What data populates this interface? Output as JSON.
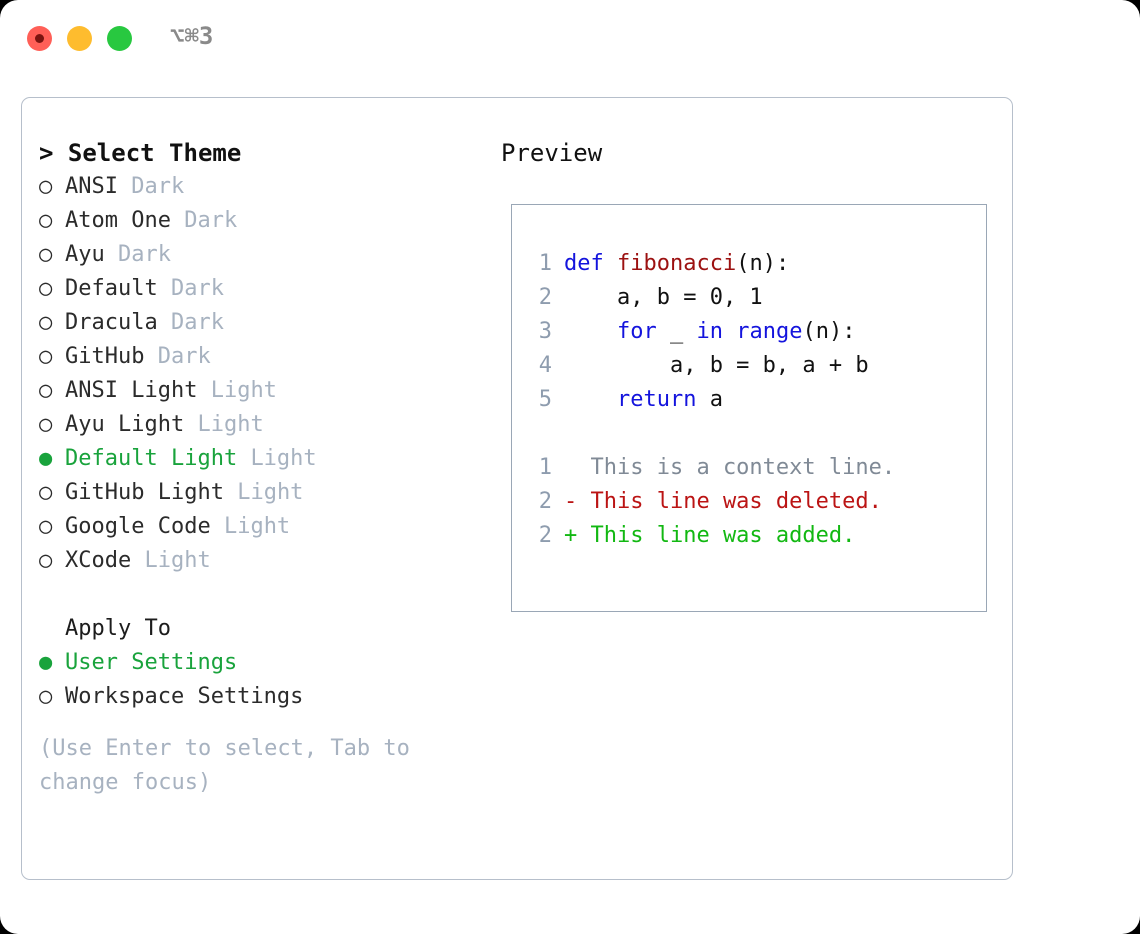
{
  "titlebar": {
    "shortcut_title": "⌥⌘3",
    "buttons": [
      {
        "name": "close",
        "color": "#ff5f57"
      },
      {
        "name": "minimize",
        "color": "#febc2e"
      },
      {
        "name": "maximize",
        "color": "#28c840"
      }
    ]
  },
  "left": {
    "header": "> Select Theme",
    "themes": [
      {
        "marker": "○",
        "label": "ANSI",
        "badge": "Dark",
        "selected": false
      },
      {
        "marker": "○",
        "label": "Atom One",
        "badge": "Dark",
        "selected": false
      },
      {
        "marker": "○",
        "label": "Ayu",
        "badge": "Dark",
        "selected": false
      },
      {
        "marker": "○",
        "label": "Default",
        "badge": "Dark",
        "selected": false
      },
      {
        "marker": "○",
        "label": "Dracula",
        "badge": "Dark",
        "selected": false
      },
      {
        "marker": "○",
        "label": "GitHub",
        "badge": "Dark",
        "selected": false
      },
      {
        "marker": "○",
        "label": "ANSI Light",
        "badge": "Light",
        "selected": false
      },
      {
        "marker": "○",
        "label": "Ayu Light",
        "badge": "Light",
        "selected": false
      },
      {
        "marker": "●",
        "label": "Default Light",
        "badge": "Light",
        "selected": true
      },
      {
        "marker": "○",
        "label": "GitHub Light",
        "badge": "Light",
        "selected": false
      },
      {
        "marker": "○",
        "label": "Google Code",
        "badge": "Light",
        "selected": false
      },
      {
        "marker": "○",
        "label": "XCode",
        "badge": "Light",
        "selected": false
      }
    ],
    "apply_to_heading": "Apply To",
    "apply_to": [
      {
        "marker": "●",
        "label": "User Settings",
        "selected": true
      },
      {
        "marker": "○",
        "label": "Workspace Settings",
        "selected": false
      }
    ],
    "hint": "(Use Enter to select, Tab to change focus)"
  },
  "right": {
    "preview_title": "Preview",
    "code_lines": [
      {
        "num": "1",
        "tokens": [
          {
            "t": "def ",
            "c": "kw"
          },
          {
            "t": "fibonacci",
            "c": "fn"
          },
          {
            "t": "(n):",
            "c": "pln"
          }
        ]
      },
      {
        "num": "2",
        "tokens": [
          {
            "t": "    a, b = 0, 1",
            "c": "pln"
          }
        ]
      },
      {
        "num": "3",
        "tokens": [
          {
            "t": "    ",
            "c": "pln"
          },
          {
            "t": "for",
            "c": "kw"
          },
          {
            "t": " _ ",
            "c": "pln"
          },
          {
            "t": "in",
            "c": "kw"
          },
          {
            "t": " ",
            "c": "pln"
          },
          {
            "t": "range",
            "c": "bi"
          },
          {
            "t": "(n):",
            "c": "pln"
          }
        ]
      },
      {
        "num": "4",
        "tokens": [
          {
            "t": "        a, b = b, a + b",
            "c": "pln"
          }
        ]
      },
      {
        "num": "5",
        "tokens": [
          {
            "t": "    ",
            "c": "pln"
          },
          {
            "t": "return",
            "c": "kw"
          },
          {
            "t": " a",
            "c": "pln"
          }
        ]
      }
    ],
    "diff_lines": [
      {
        "num": "1",
        "text": "  This is a context line.",
        "kind": "diff-ctx"
      },
      {
        "num": "2",
        "text": "- This line was deleted.",
        "kind": "diff-del"
      },
      {
        "num": "2",
        "text": "+ This line was added.",
        "kind": "diff-add"
      }
    ]
  },
  "colors": {
    "accent_green": "#19a33c",
    "muted": "#a7b2c0",
    "border": "#b6bfcb",
    "panel_border": "#9aa7b6",
    "keyword": "#1414dd",
    "function": "#9c1111",
    "diff_add": "#12b812",
    "diff_del": "#bb1414"
  }
}
